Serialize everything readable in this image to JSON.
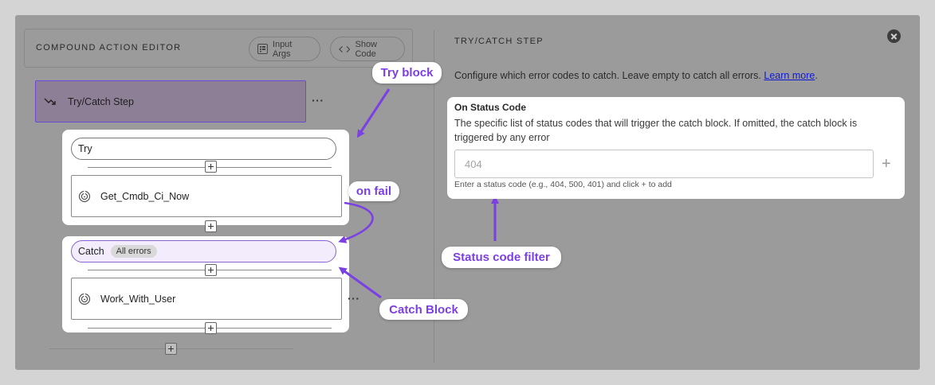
{
  "left": {
    "title": "COMPOUND ACTION EDITOR",
    "buttons": {
      "input_args": "Input Args",
      "show_code": "Show Code"
    },
    "step": {
      "label": "Try/Catch Step",
      "more": "···"
    },
    "try_block": {
      "label": "Try",
      "action": "Get_Cmdb_Ci_Now"
    },
    "catch_block": {
      "label": "Catch",
      "chip": "All errors",
      "action": "Work_With_User",
      "more": "···"
    }
  },
  "annotations": {
    "try_block": "Try block",
    "on_fail": "on fail",
    "catch_block": "Catch Block",
    "status_filter": "Status code filter"
  },
  "right": {
    "title": "TRY/CATCH STEP",
    "description": "Configure which error codes to catch. Leave empty to catch all errors.",
    "learn_more": "Learn more",
    "period": ".",
    "status_code": {
      "title": "On Status Code",
      "description": "The specific list of status codes that will trigger the catch block. If omitted, the catch block is triggered by any error",
      "placeholder": "404",
      "add": "+",
      "hint": "Enter a status code (e.g., 404, 500, 401) and click + to add"
    }
  },
  "colors": {
    "accent": "#7b3fe4",
    "link": "#0e1ad1",
    "step_border": "#6a4ad6"
  }
}
